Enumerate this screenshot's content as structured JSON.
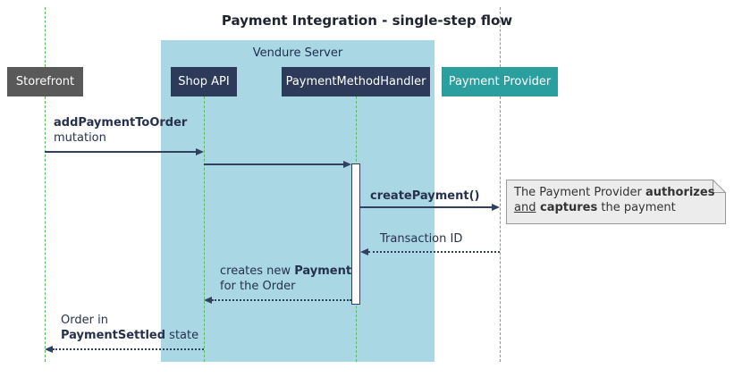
{
  "title": "Payment Integration - single-step flow",
  "container": {
    "label": "Vendure Server"
  },
  "participants": {
    "storefront": {
      "label": "Storefront"
    },
    "shop_api": {
      "label": "Shop API"
    },
    "payment_method_handler": {
      "label": "PaymentMethodHandler"
    },
    "payment_provider": {
      "label": "Payment Provider"
    }
  },
  "messages": {
    "add_payment": {
      "bold": "addPaymentToOrder",
      "normal": "mutation"
    },
    "create_payment": {
      "label": "createPayment()"
    },
    "transaction_id": {
      "label": "Transaction ID"
    },
    "creates_payment": {
      "normal": "creates new ",
      "bold": "Payment",
      "line2": "for the Order"
    },
    "payment_settled": {
      "line1": "Order in",
      "bold": "PaymentSettled",
      "suffix": " state"
    }
  },
  "note": {
    "line1_normal": "The Payment Provider ",
    "line1_bold": "authorizes",
    "line2_underline": "and",
    "line2_bold": " captures",
    "line2_suffix": " the payment"
  },
  "colors": {
    "navy": "#2e3a59",
    "teal": "#2b9f9f",
    "gray": "#595959",
    "server_box_blue": "#a9d7e4",
    "lifeline_green": "#5fb75f",
    "note_bg": "#ececec",
    "note_border": "#9a9a9a"
  }
}
